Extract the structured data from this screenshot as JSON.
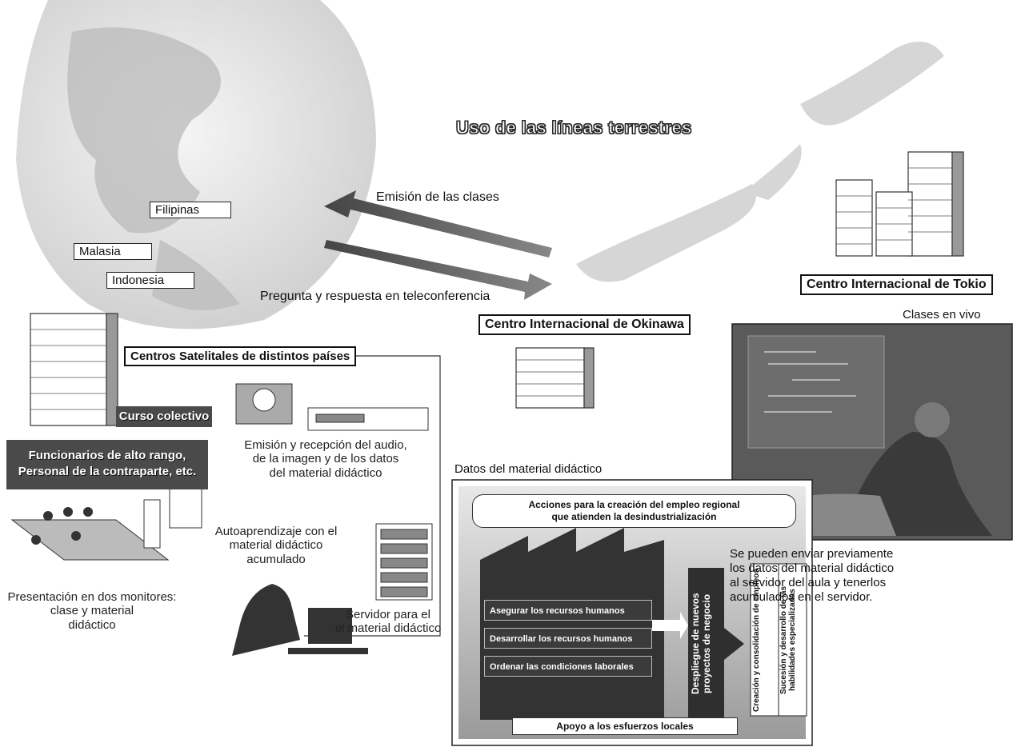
{
  "title": "Uso de las líneas terrestres",
  "arrows": {
    "broadcast": "Emisión de las clases",
    "qa": "Pregunta y respuesta en teleconferencia"
  },
  "countries": [
    "Filipinas",
    "Malasia",
    "Indonesia"
  ],
  "centers": {
    "tokyo": "Centro Internacional de Tokio",
    "okinawa": "Centro Internacional de Okinawa",
    "satellite": "Centros Satelitales de distintos países"
  },
  "satellite_panel": {
    "course": "Curso colectivo",
    "officials_line1": "Funcionarios de alto rango,",
    "officials_line2": "Personal de la contraparte, etc.",
    "av_caption_line1": "Emisión y recepción del audio,",
    "av_caption_line2": "de la imagen y de los datos",
    "av_caption_line3": "del material didáctico",
    "self_learning_line1": "Autoaprendizaje con el",
    "self_learning_line2": "material didáctico",
    "self_learning_line3": "acumulado",
    "dual_monitor_line1": "Presentación en dos monitores:",
    "dual_monitor_line2": "clase y material",
    "dual_monitor_line3": "didáctico",
    "server_line1": "Servidor para el",
    "server_line2": "el material didáctico"
  },
  "live": {
    "label": "Clases en vivo",
    "note_line1": "Se pueden enviar previamente",
    "note_line2": "los datos del material didáctico",
    "note_line3": "al servidor del aula y tenerlos",
    "note_line4": "acumulados en el servidor."
  },
  "material": {
    "label": "Datos del material didáctico",
    "slide_title_line1": "Acciones para la creación del empleo regional",
    "slide_title_line2": "que atienden la desindustrialización",
    "rows": [
      "Asegurar los recursos humanos",
      "Desarrollar los recursos humanos",
      "Ordenar las condiciones laborales"
    ],
    "vertical_center": "Despliegue de nuevos proyectos de negocio",
    "vertical_right1": "Creación y consolidación de empleos",
    "vertical_right2": "Sucesión y desarrollo de las habilidades especializadas",
    "footer": "Apoyo a los esfuerzos locales"
  },
  "colors": {
    "arrow": "#5a5a5a",
    "dark_box": "#4a4a4a",
    "photo": "#555555"
  }
}
